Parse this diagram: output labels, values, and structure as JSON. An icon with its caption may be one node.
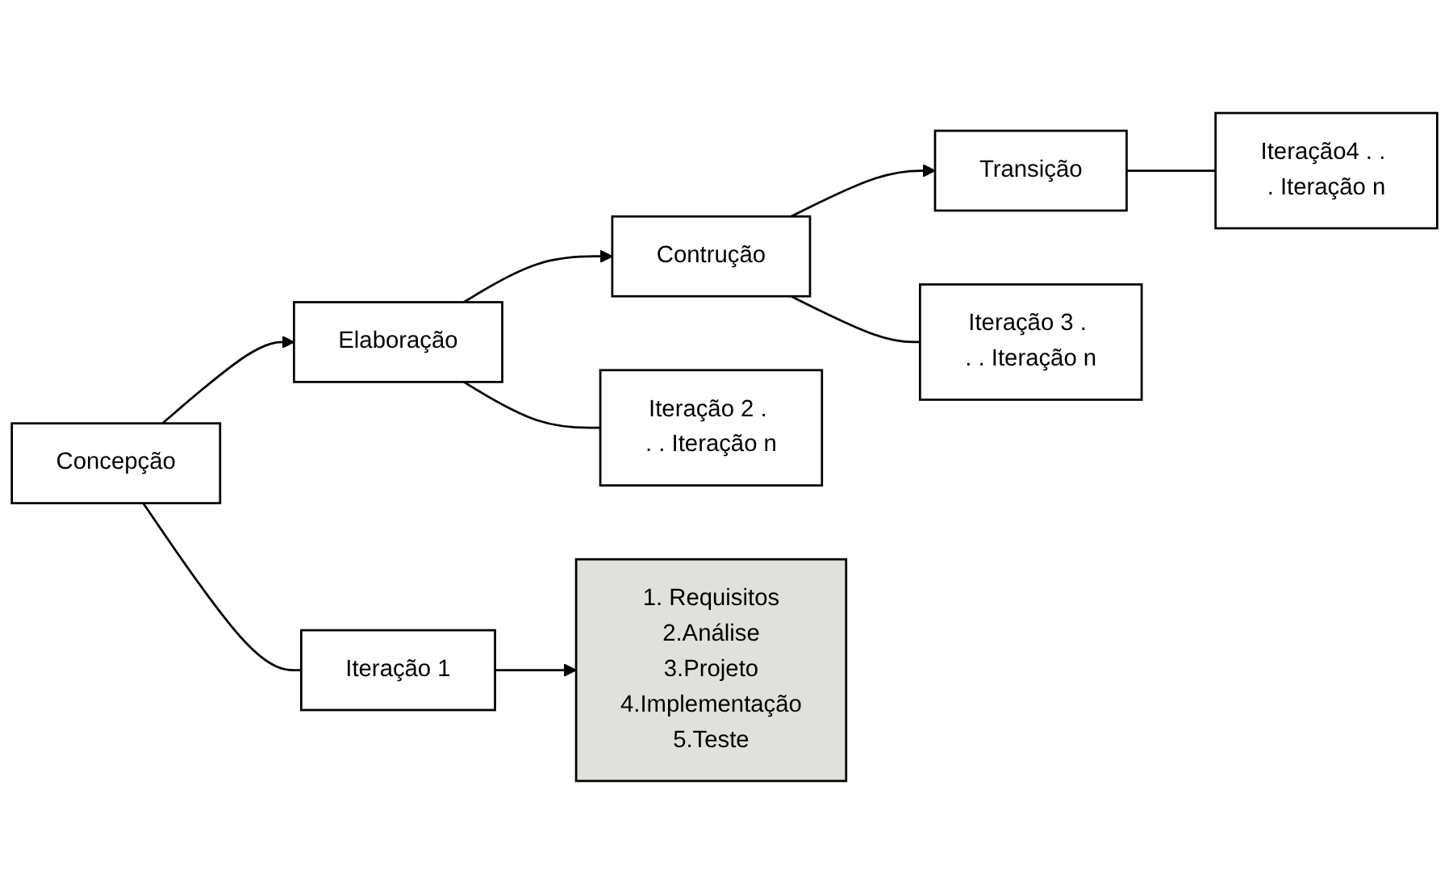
{
  "diagram": {
    "nodes": [
      {
        "text": [
          "Concepção"
        ]
      },
      {
        "text": [
          "Elaboração"
        ]
      },
      {
        "text": [
          "Contrução"
        ]
      },
      {
        "text": [
          "Transição"
        ]
      },
      {
        "text": [
          "Iteração 1"
        ]
      },
      {
        "text": [
          "Iteração 2 . . . Iteração n"
        ]
      },
      {
        "text": [
          "Iteração 3 . . . Iteração n"
        ]
      },
      {
        "text": [
          "Iteração4 . . . Iteração n"
        ]
      },
      {
        "text": [
          "1. Requisitos",
          "2.Análise",
          "3.Projeto",
          "4.Implementação",
          "5.Teste"
        ]
      }
    ],
    "edges": [
      {
        "from": 0,
        "to": 1,
        "arrow": "to"
      },
      {
        "from": 1,
        "to": 2,
        "arrow": "to"
      },
      {
        "from": 2,
        "to": 3,
        "arrow": "to"
      },
      {
        "from": 0,
        "to": 4,
        "arrow": "none"
      },
      {
        "from": 1,
        "to": 5,
        "arrow": "none"
      },
      {
        "from": 2,
        "to": 6,
        "arrow": "none"
      },
      {
        "from": 3,
        "to": 7,
        "arrow": "none"
      },
      {
        "from": 4,
        "to": 8,
        "arrow": "to"
      }
    ]
  }
}
